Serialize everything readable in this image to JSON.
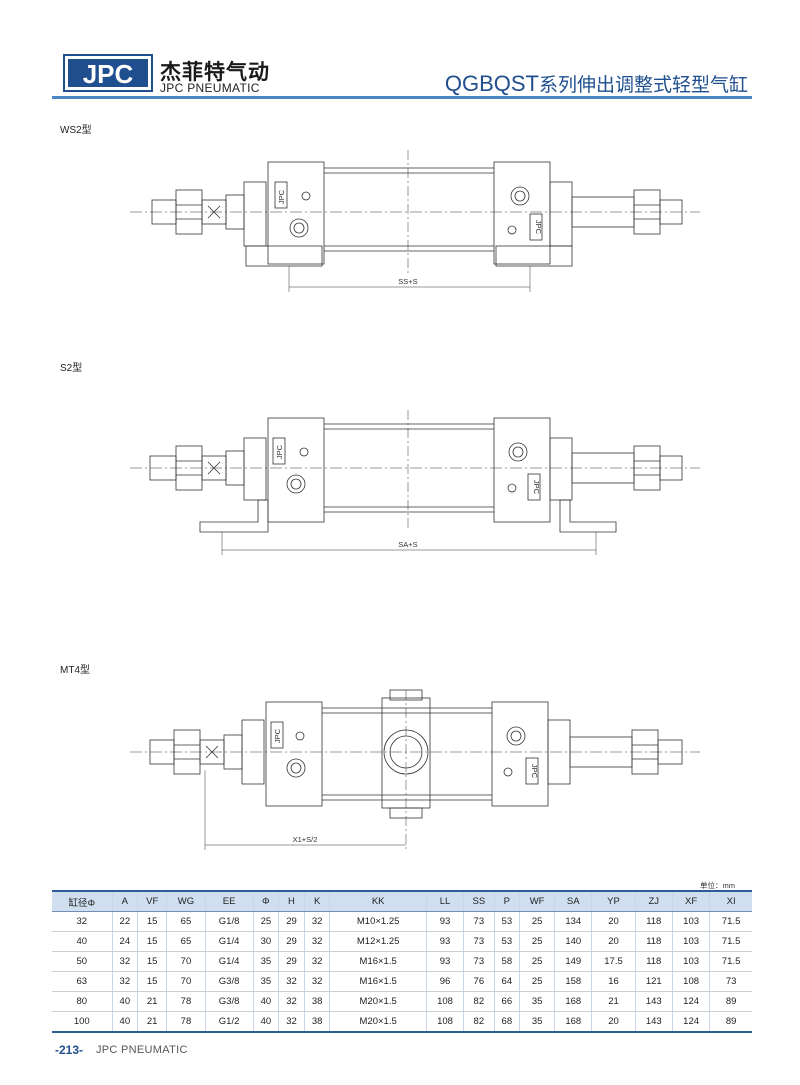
{
  "header": {
    "logo_text": "JPC",
    "brand_cn": "杰菲特气动",
    "brand_en": "JPC PNEUMATIC",
    "title_code": "QGBQST",
    "title_series": "系列伸出调整式轻型气缸"
  },
  "sections": [
    {
      "label": "WS2型",
      "dim_label": "SS+S",
      "plate_text": "JPC"
    },
    {
      "label": "S2型",
      "dim_label": "SA+S",
      "plate_text": "JPC"
    },
    {
      "label": "MT4型",
      "dim_label": "X1+S/2",
      "plate_text": "JPC"
    }
  ],
  "table": {
    "unit_note": "单位：mm",
    "headers": [
      "缸径Φ",
      "A",
      "VF",
      "WG",
      "EE",
      "Φ",
      "H",
      "K",
      "KK",
      "LL",
      "SS",
      "P",
      "WF",
      "SA",
      "YP",
      "ZJ",
      "XF",
      "XI"
    ],
    "rows": [
      [
        "32",
        "22",
        "15",
        "65",
        "G1/8",
        "25",
        "29",
        "32",
        "M10×1.25",
        "93",
        "73",
        "53",
        "25",
        "134",
        "20",
        "118",
        "103",
        "71.5"
      ],
      [
        "40",
        "24",
        "15",
        "65",
        "G1/4",
        "30",
        "29",
        "32",
        "M12×1.25",
        "93",
        "73",
        "53",
        "25",
        "140",
        "20",
        "118",
        "103",
        "71.5"
      ],
      [
        "50",
        "32",
        "15",
        "70",
        "G1/4",
        "35",
        "29",
        "32",
        "M16×1.5",
        "93",
        "73",
        "58",
        "25",
        "149",
        "17.5",
        "118",
        "103",
        "71.5"
      ],
      [
        "63",
        "32",
        "15",
        "70",
        "G3/8",
        "35",
        "32",
        "32",
        "M16×1.5",
        "96",
        "76",
        "64",
        "25",
        "158",
        "16",
        "121",
        "108",
        "73"
      ],
      [
        "80",
        "40",
        "21",
        "78",
        "G3/8",
        "40",
        "32",
        "38",
        "M20×1.5",
        "108",
        "82",
        "66",
        "35",
        "168",
        "21",
        "143",
        "124",
        "89"
      ],
      [
        "100",
        "40",
        "21",
        "78",
        "G1/2",
        "40",
        "32",
        "38",
        "M20×1.5",
        "108",
        "82",
        "68",
        "35",
        "168",
        "20",
        "143",
        "124",
        "89"
      ]
    ]
  },
  "footer": {
    "page_number": "-213-",
    "brand": "JPC PNEUMATIC"
  },
  "colors": {
    "accent_blue": "#1f4f8f",
    "rule_blue": "#4a86c5",
    "table_header_bg": "#cfdff0"
  }
}
